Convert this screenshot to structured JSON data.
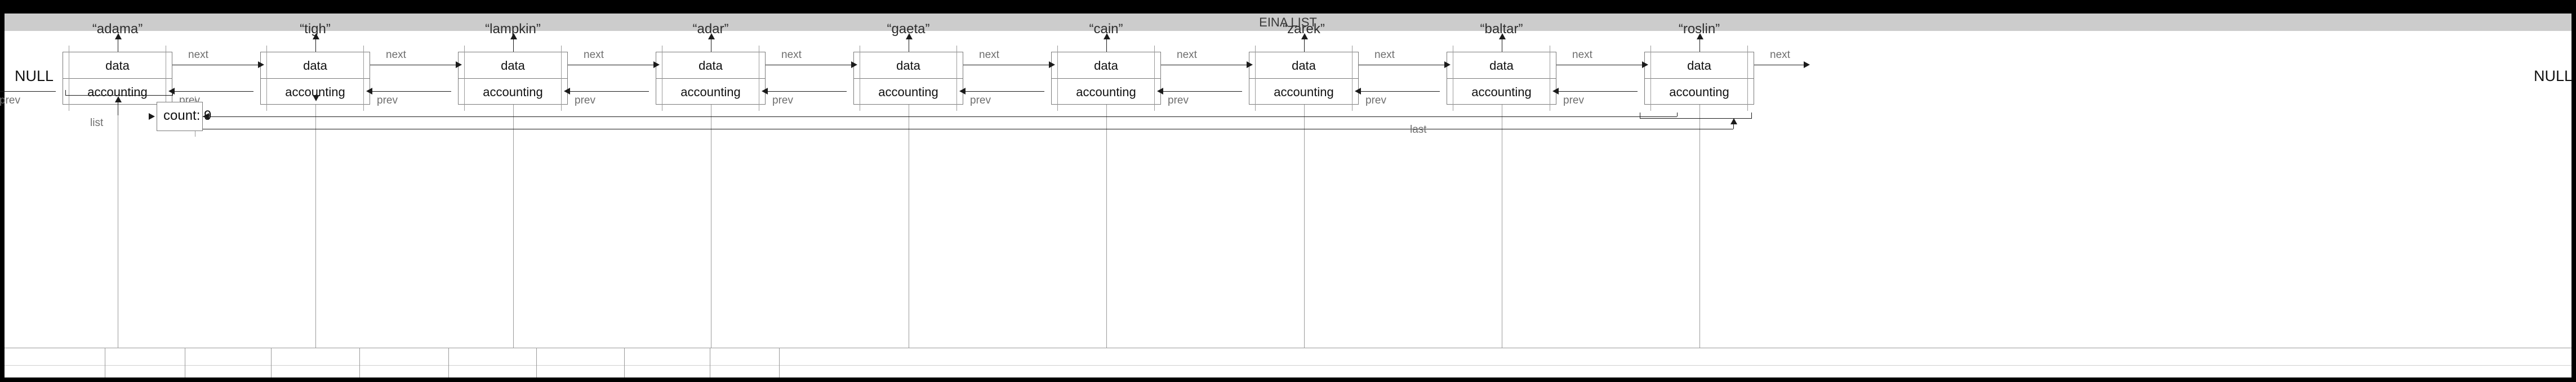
{
  "slide": {
    "title": "EINA LIST",
    "title_bg": "#cccccc",
    "canvas_bg": "#ffffff",
    "frame_bg": "#000000"
  },
  "diagram": {
    "type": "doubly-linked-list",
    "null_left": "NULL",
    "null_right": "NULL",
    "node_cell_top": "data",
    "node_cell_bottom": "accounting",
    "next_label": "next",
    "prev_label": "prev",
    "list_pointer_label": "list",
    "last_pointer_label": "last",
    "count_label": "count: 9",
    "count_value": 9,
    "nodes": [
      {
        "name": "“adama”"
      },
      {
        "name": "“tigh”"
      },
      {
        "name": "“lampkin”"
      },
      {
        "name": "“adar”"
      },
      {
        "name": "“gaeta”"
      },
      {
        "name": "“cain”"
      },
      {
        "name": "“zarek”"
      },
      {
        "name": "“baltar”"
      },
      {
        "name": "“roslin”"
      }
    ]
  },
  "colors": {
    "box_stroke": "#7a7a7a",
    "arrow": "#1b1b1b",
    "label_text": "#6e6e6e",
    "body_text": "#111111",
    "title_text": "#3a3a3a"
  }
}
